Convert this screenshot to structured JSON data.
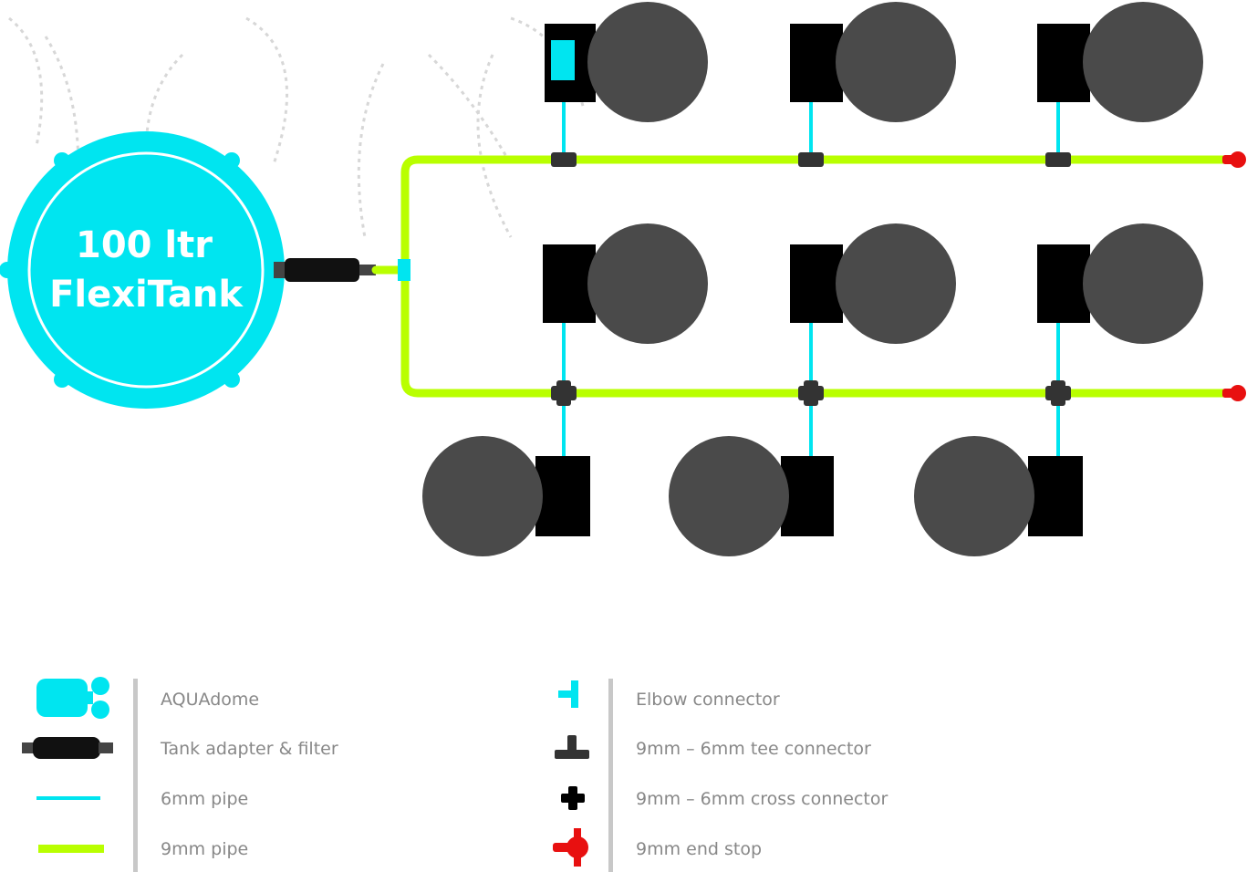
{
  "tank": {
    "line1": "100 ltr",
    "line2": "FlexiTank"
  },
  "legend": {
    "left": [
      {
        "icon": "airdome-icon",
        "label": "AQUAdome"
      },
      {
        "icon": "adapter-icon",
        "label": "Tank adapter & filter"
      },
      {
        "icon": "cyan-pipe-icon",
        "label": "6mm pipe"
      },
      {
        "icon": "green-pipe-icon",
        "label": "9mm pipe"
      }
    ],
    "right": [
      {
        "icon": "elbow-connector-icon",
        "label": "Elbow connector"
      },
      {
        "icon": "t-connector-icon",
        "label": "9mm – 6mm tee connector"
      },
      {
        "icon": "cross-connector-icon",
        "label": "9mm – 6mm cross connector"
      },
      {
        "icon": "end-stop-icon",
        "label": "9mm end stop"
      }
    ]
  },
  "colors": {
    "tank": "#00e5f0",
    "cyan_pipe": "#00e5f0",
    "green_pipe": "#b9ff00",
    "pot": "#4a4a4a",
    "dome": "#000000",
    "end_stop": "#e81010",
    "connector": "#333333",
    "legend_text": "#888888",
    "divider": "#c8c8c8"
  }
}
